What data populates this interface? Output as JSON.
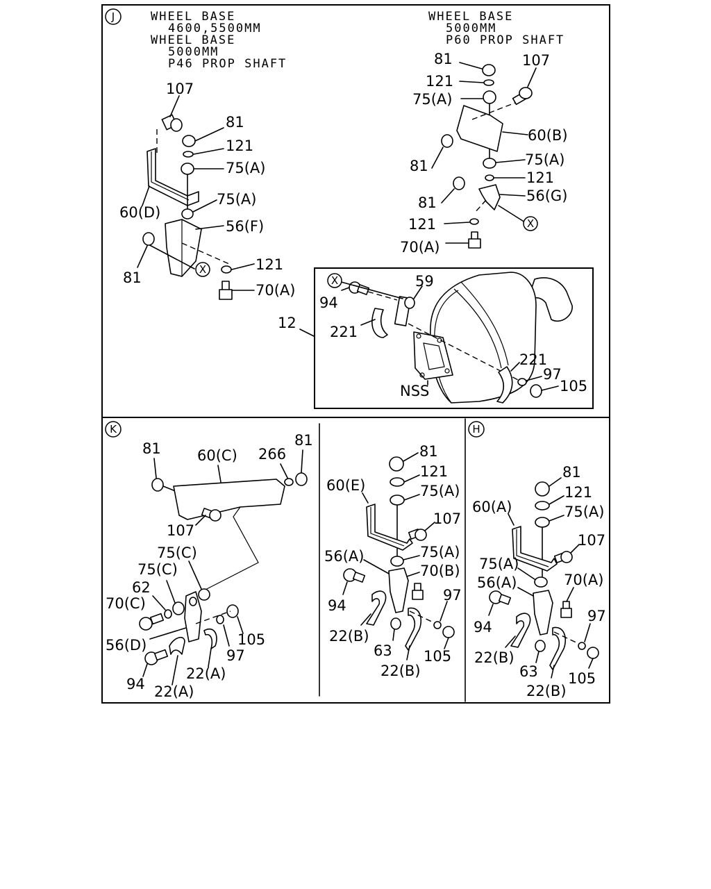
{
  "panels": {
    "J": {
      "marker": "J",
      "header_left": [
        "WHEEL BASE",
        "4600,5500MM",
        "WHEEL BASE",
        "5000MM",
        "P46 PROP SHAFT"
      ],
      "header_right": [
        "WHEEL BASE",
        "5000MM",
        "P60 PROP SHAFT"
      ],
      "left_labels": {
        "l107": "107",
        "l81a": "81",
        "l121a": "121",
        "l75a": "75(A)",
        "l60d": "60(D)",
        "l75b": "75(A)",
        "l56f": "56(F)",
        "l81b": "81",
        "l121b": "121",
        "l70a": "70(A)",
        "lx": "X"
      },
      "right_labels": {
        "r81a": "81",
        "r107": "107",
        "r121a": "121",
        "r75a": "75(A)",
        "r60b": "60(B)",
        "r81b": "81",
        "r75b": "75(A)",
        "r121b": "121",
        "r81c": "81",
        "r56g": "56(G)",
        "r121c": "121",
        "r70a": "70(A)",
        "rx": "X"
      },
      "muffler_labels": {
        "m_x": "X",
        "m59": "59",
        "m94": "94",
        "m12": "12",
        "m221a": "221",
        "m221b": "221",
        "m97": "97",
        "m105": "105",
        "mnss": "NSS"
      }
    },
    "K": {
      "marker": "K",
      "labels": {
        "k81a": "81",
        "k60c": "60(C)",
        "k266": "266",
        "k81b": "81",
        "k107": "107",
        "k75c1": "75(C)",
        "k75c2": "75(C)",
        "k62": "62",
        "k70c": "70(C)",
        "k56d": "56(D)",
        "k105": "105",
        "k97": "97",
        "k22a1": "22(A)",
        "k94": "94",
        "k22a2": "22(A)"
      }
    },
    "M": {
      "labels": {
        "c81": "81",
        "c121": "121",
        "c60e": "60(E)",
        "c75a1": "75(A)",
        "c107": "107",
        "c56a": "56(A)",
        "c75a2": "75(A)",
        "c70b": "70(B)",
        "c97": "97",
        "c94": "94",
        "c22b1": "22(B)",
        "c63": "63",
        "c105": "105",
        "c22b2": "22(B)"
      }
    },
    "H": {
      "marker": "H",
      "labels": {
        "h81": "81",
        "h121": "121",
        "h60a": "60(A)",
        "h75a1": "75(A)",
        "h107": "107",
        "h75a2": "75(A)",
        "h56a": "56(A)",
        "h70a": "70(A)",
        "h94": "94",
        "h97": "97",
        "h22b1": "22(B)",
        "h63": "63",
        "h105": "105",
        "h22b2": "22(B)"
      }
    }
  }
}
